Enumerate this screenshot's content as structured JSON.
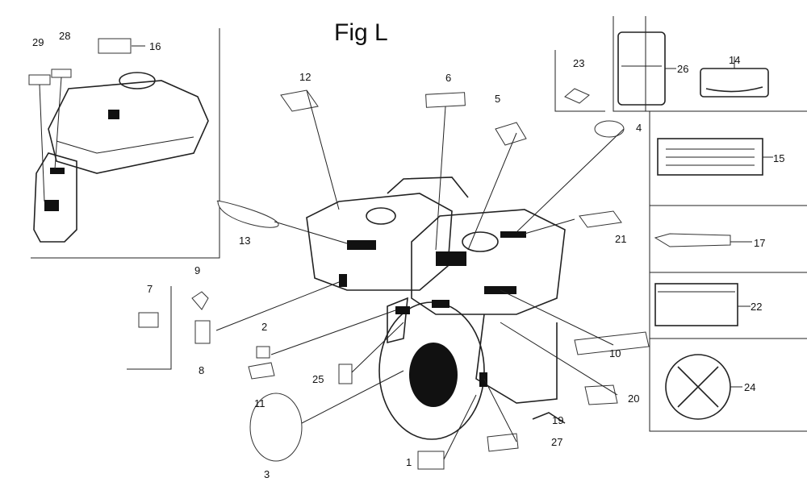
{
  "figure": {
    "title": "Fig L"
  },
  "labels": {
    "l29": "29",
    "l28": "28",
    "l16": "16",
    "l12": "12",
    "l6": "6",
    "l5": "5",
    "l4": "4",
    "l23": "23",
    "l26": "26",
    "l14": "14",
    "l15": "15",
    "l13": "13",
    "l21": "21",
    "l17": "17",
    "l22": "22",
    "l9": "9",
    "l7": "7",
    "l8": "8",
    "l2": "2",
    "l11": "11",
    "l25": "25",
    "l10": "10",
    "l20": "20",
    "l24": "24",
    "l3": "3",
    "l1": "1",
    "l27": "27",
    "l19": "19"
  }
}
